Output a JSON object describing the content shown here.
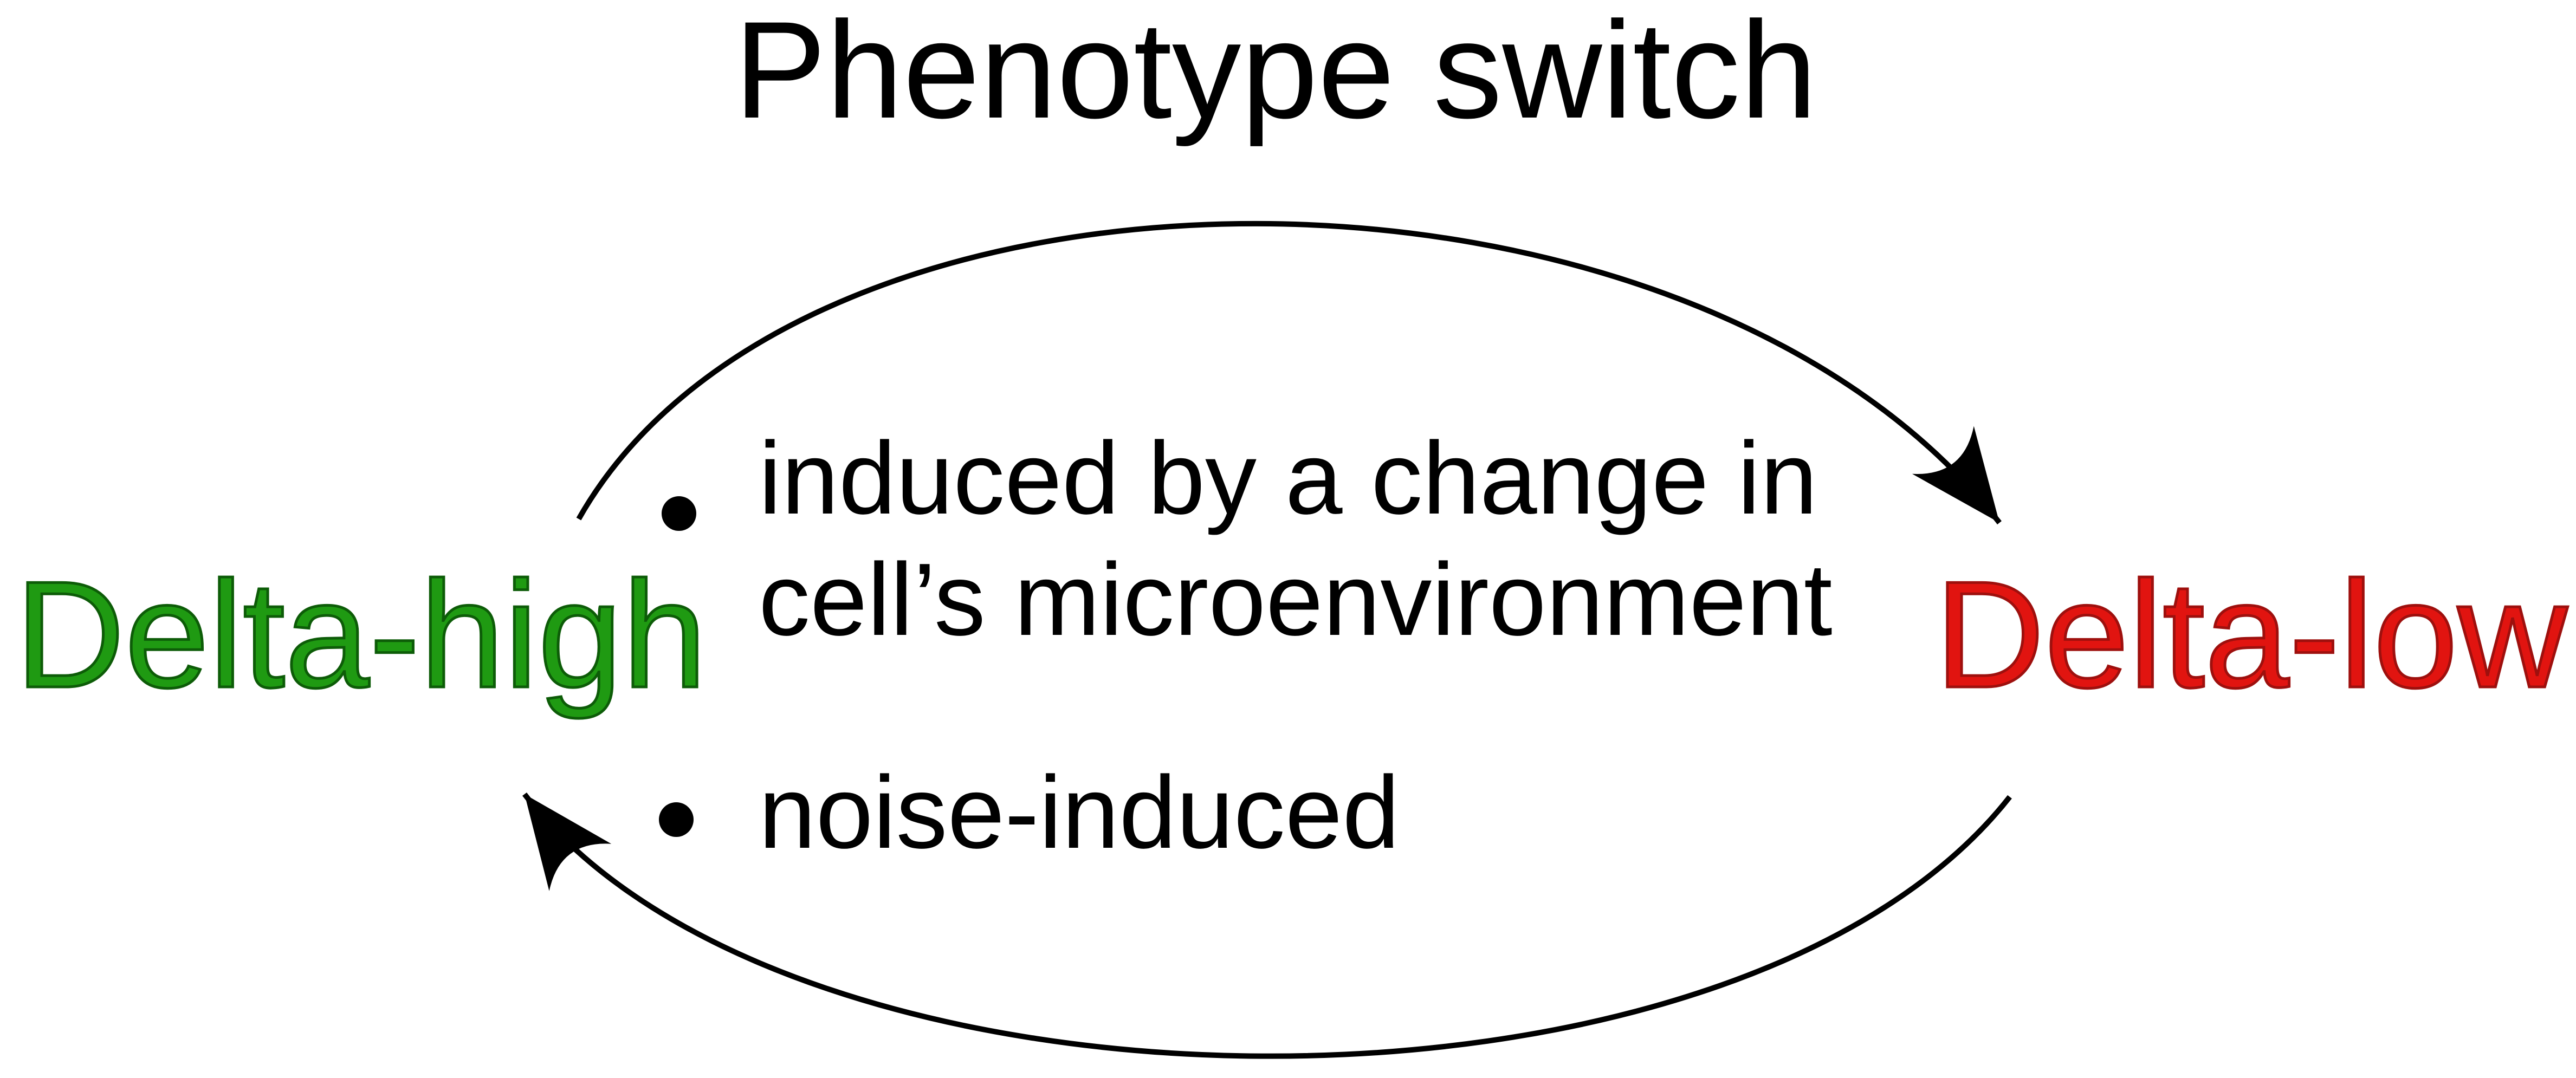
{
  "title": "Phenotype switch",
  "states": {
    "delta_high": {
      "label": "Delta-high",
      "fill": "#1f9a12",
      "outline": "#0d5c08"
    },
    "delta_low": {
      "label": "Delta-low",
      "fill": "#e11410",
      "outline": "#9e100e"
    }
  },
  "bullets": [
    {
      "lines": [
        "induced by a change in",
        "cell’s microenvironment"
      ]
    },
    {
      "lines": [
        "noise-induced"
      ]
    }
  ],
  "arrow_color": "#000000",
  "text_color": "#000000",
  "background_color": "#ffffff"
}
